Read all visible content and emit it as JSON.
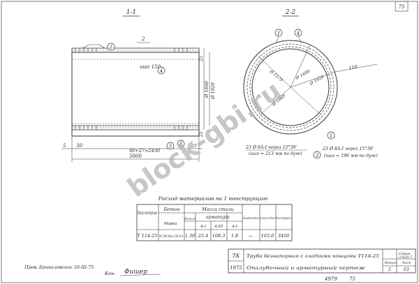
{
  "sheet": {
    "corner_label": "75",
    "watermark": "block-gbi.ru"
  },
  "section_1": {
    "title": "1-1",
    "callouts": [
      "1",
      "2",
      "3",
      "4",
      "5"
    ],
    "dim_step": "2",
    "dim_shag": "шаг 150",
    "dims_left": [
      "5",
      "30"
    ],
    "dims_right": [
      "90+27=2430",
      "25"
    ],
    "dim_total": "5000",
    "dims_vertical": [
      "Ø 1600",
      "Ø 1920",
      "25",
      "25"
    ]
  },
  "section_2": {
    "title": "2-2",
    "callouts": [
      "1",
      "4",
      "3",
      "1"
    ],
    "dim_110": "110",
    "dims_diam": [
      "Ø 1600",
      "Ø 1920",
      "Ø 1579",
      "Ø 1869"
    ],
    "notes": [
      "23 Ø 8А-I через 15°39'",
      "(шаг = 213 мм по дуге)",
      "23 Ø 8А-I через 15°39'",
      "(шаг = 196 мм по дуге)"
    ]
  },
  "table": {
    "title": "Расход материалов на 1 конструкцию",
    "header": {
      "col_mark": "Марка конструкции",
      "col_concrete": "Бетон",
      "concrete_sub": [
        "Марка",
        "Кол-во м3"
      ],
      "col_steel": "Масса стали",
      "steel_sub": "арматуры",
      "steel_cols": [
        "А-I",
        "А-III",
        "А-I"
      ],
      "col_embedded": "Закладные детали",
      "col_total_steel": "Расход стали на 1 м3 бетона кг",
      "col_mass": "Масса конструкции кг"
    },
    "row": {
      "mark": "Т 114-25",
      "concrete_mark": "М 300 Мрз 150 В-6",
      "volume": "1.30",
      "steel_a1": "25.4",
      "steel_a3": "108.3",
      "steel_a1b": "1.8",
      "embedded": "—",
      "per_m3": "103.0",
      "mass": "3450"
    }
  },
  "title_block": {
    "org": "ТК",
    "year": "1975",
    "title_line1": "Труба безнапорная с гладкими концами Т114-25",
    "title_line2": "Опалубочный и арматурный чертеж",
    "series_label": "Серия",
    "series": "3.820-7",
    "issue_label": "Выпуск",
    "issue": "2",
    "sheet_label": "Лист",
    "sheet": "63",
    "inv": "4979",
    "inv_sheet": "75"
  },
  "signatures": {
    "designed_label": "Пров.",
    "designed_name": "Брикаловсеас 16-III-75",
    "checked_label": "Кон.",
    "checked_name": "Фишер"
  }
}
